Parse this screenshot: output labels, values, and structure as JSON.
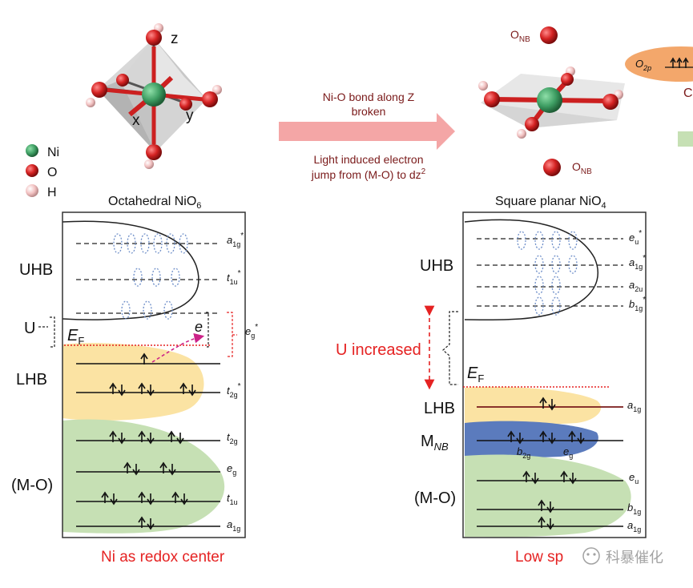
{
  "legend": {
    "ni": "Ni",
    "o": "O",
    "h": "H"
  },
  "octahedral": {
    "axis_z": "z",
    "axis_x": "x",
    "axis_y": "y",
    "title_main": "Octahedral NiO",
    "title_sub": "6",
    "bands": {
      "uhb": "UHB",
      "u": "U",
      "lhb": "LHB",
      "mo": "(M-O)"
    },
    "fermi_main": "E",
    "fermi_sub": "F",
    "electron": "e",
    "levels": [
      {
        "main": "a",
        "sub": "1g",
        "sup": "*"
      },
      {
        "main": "t",
        "sub": "1u",
        "sup": "*"
      },
      {
        "main": "e",
        "sub": "g",
        "sup": "*"
      },
      {
        "main": "t",
        "sub": "2g",
        "sup": "*"
      },
      {
        "main": "t",
        "sub": "2g",
        "sup": ""
      },
      {
        "main": "e",
        "sub": "g",
        "sup": ""
      },
      {
        "main": "t",
        "sub": "1u",
        "sup": ""
      },
      {
        "main": "a",
        "sub": "1g",
        "sup": ""
      }
    ],
    "caption": "Ni as redox center"
  },
  "transition": {
    "line1": "Ni-O bond along Z",
    "line2": "broken",
    "line3": "Light induced electron",
    "line4_main": "jump from (M-O) to dz",
    "line4_sup": "2"
  },
  "square": {
    "onb_main": "O",
    "onb_sub": "NB",
    "o2p_main": "O",
    "o2p_sub": "2p",
    "edge_letter": "C",
    "title_main": "Square planar NiO",
    "title_sub": "4",
    "bands": {
      "uhb": "UHB",
      "u_increased": "U increased",
      "lhb": "LHB",
      "mnb_main": "M",
      "mnb_sub": "NB",
      "mo": "(M-O)"
    },
    "fermi_main": "E",
    "fermi_sub": "F",
    "levels": [
      {
        "main": "e",
        "sub": "u",
        "sup": "*"
      },
      {
        "main": "a",
        "sub": "1g",
        "sup": "*"
      },
      {
        "main": "a",
        "sub": "2u",
        "sup": ""
      },
      {
        "main": "b",
        "sub": "1g",
        "sup": "*"
      },
      {
        "main": "a",
        "sub": "1g",
        "sup": ""
      },
      {
        "main": "e",
        "sub": "u",
        "sup": ""
      },
      {
        "main": "b",
        "sub": "1g",
        "sup": ""
      },
      {
        "main": "a",
        "sub": "1g",
        "sup": ""
      }
    ],
    "mnb_levels": [
      {
        "main": "b",
        "sub": "2g"
      },
      {
        "main": "e",
        "sub": "g"
      }
    ],
    "caption": "Low sp"
  },
  "watermark": "科暴催化",
  "colors": {
    "uhb_red": "#c0392b",
    "fermi_red": "#e52222",
    "caption_red": "#e52222",
    "lhb_yellow": "#fbe3a3",
    "mo_green": "#c6e0b4",
    "mnb_blue": "#5b7bbd",
    "orbital_blue": "#6f8fc9",
    "arrow_pink": "#f4a6a6",
    "electron_magenta": "#cc2288",
    "ni_green": "#3e9e63",
    "o_red": "#cc2020",
    "h_pink": "#f2c1c1",
    "orange_blob": "#f3a76b"
  }
}
